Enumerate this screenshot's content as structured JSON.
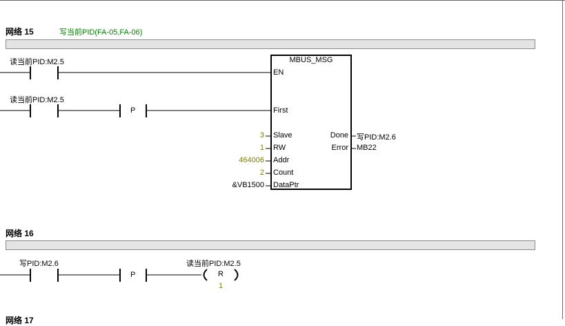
{
  "networks": [
    {
      "title": "网络 15",
      "comment": "写当前PID(FA-05,FA-06)",
      "rungs": [
        {
          "contact_label": "读当前PID:M2.5"
        },
        {
          "contact_label": "读当前PID:M2.5",
          "edge": "P"
        }
      ],
      "block": {
        "name": "MBUS_MSG",
        "inputs": [
          {
            "pin": "EN",
            "value": ""
          },
          {
            "pin": "First",
            "value": ""
          },
          {
            "pin": "Slave",
            "value": "3"
          },
          {
            "pin": "RW",
            "value": "1"
          },
          {
            "pin": "Addr",
            "value": "464006"
          },
          {
            "pin": "Count",
            "value": "2"
          },
          {
            "pin": "DataPtr",
            "value": "&VB1500"
          }
        ],
        "outputs": [
          {
            "pin": "Done",
            "value": "写PID:M2.6"
          },
          {
            "pin": "Error",
            "value": "MB22"
          }
        ]
      }
    },
    {
      "title": "网络 16",
      "comment": "",
      "rung": {
        "contact_label": "写PID:M2.6",
        "edge": "P",
        "coil_label": "读当前PID:M2.5",
        "coil_type": "R",
        "coil_count": "1"
      }
    },
    {
      "title": "网络 17"
    }
  ]
}
